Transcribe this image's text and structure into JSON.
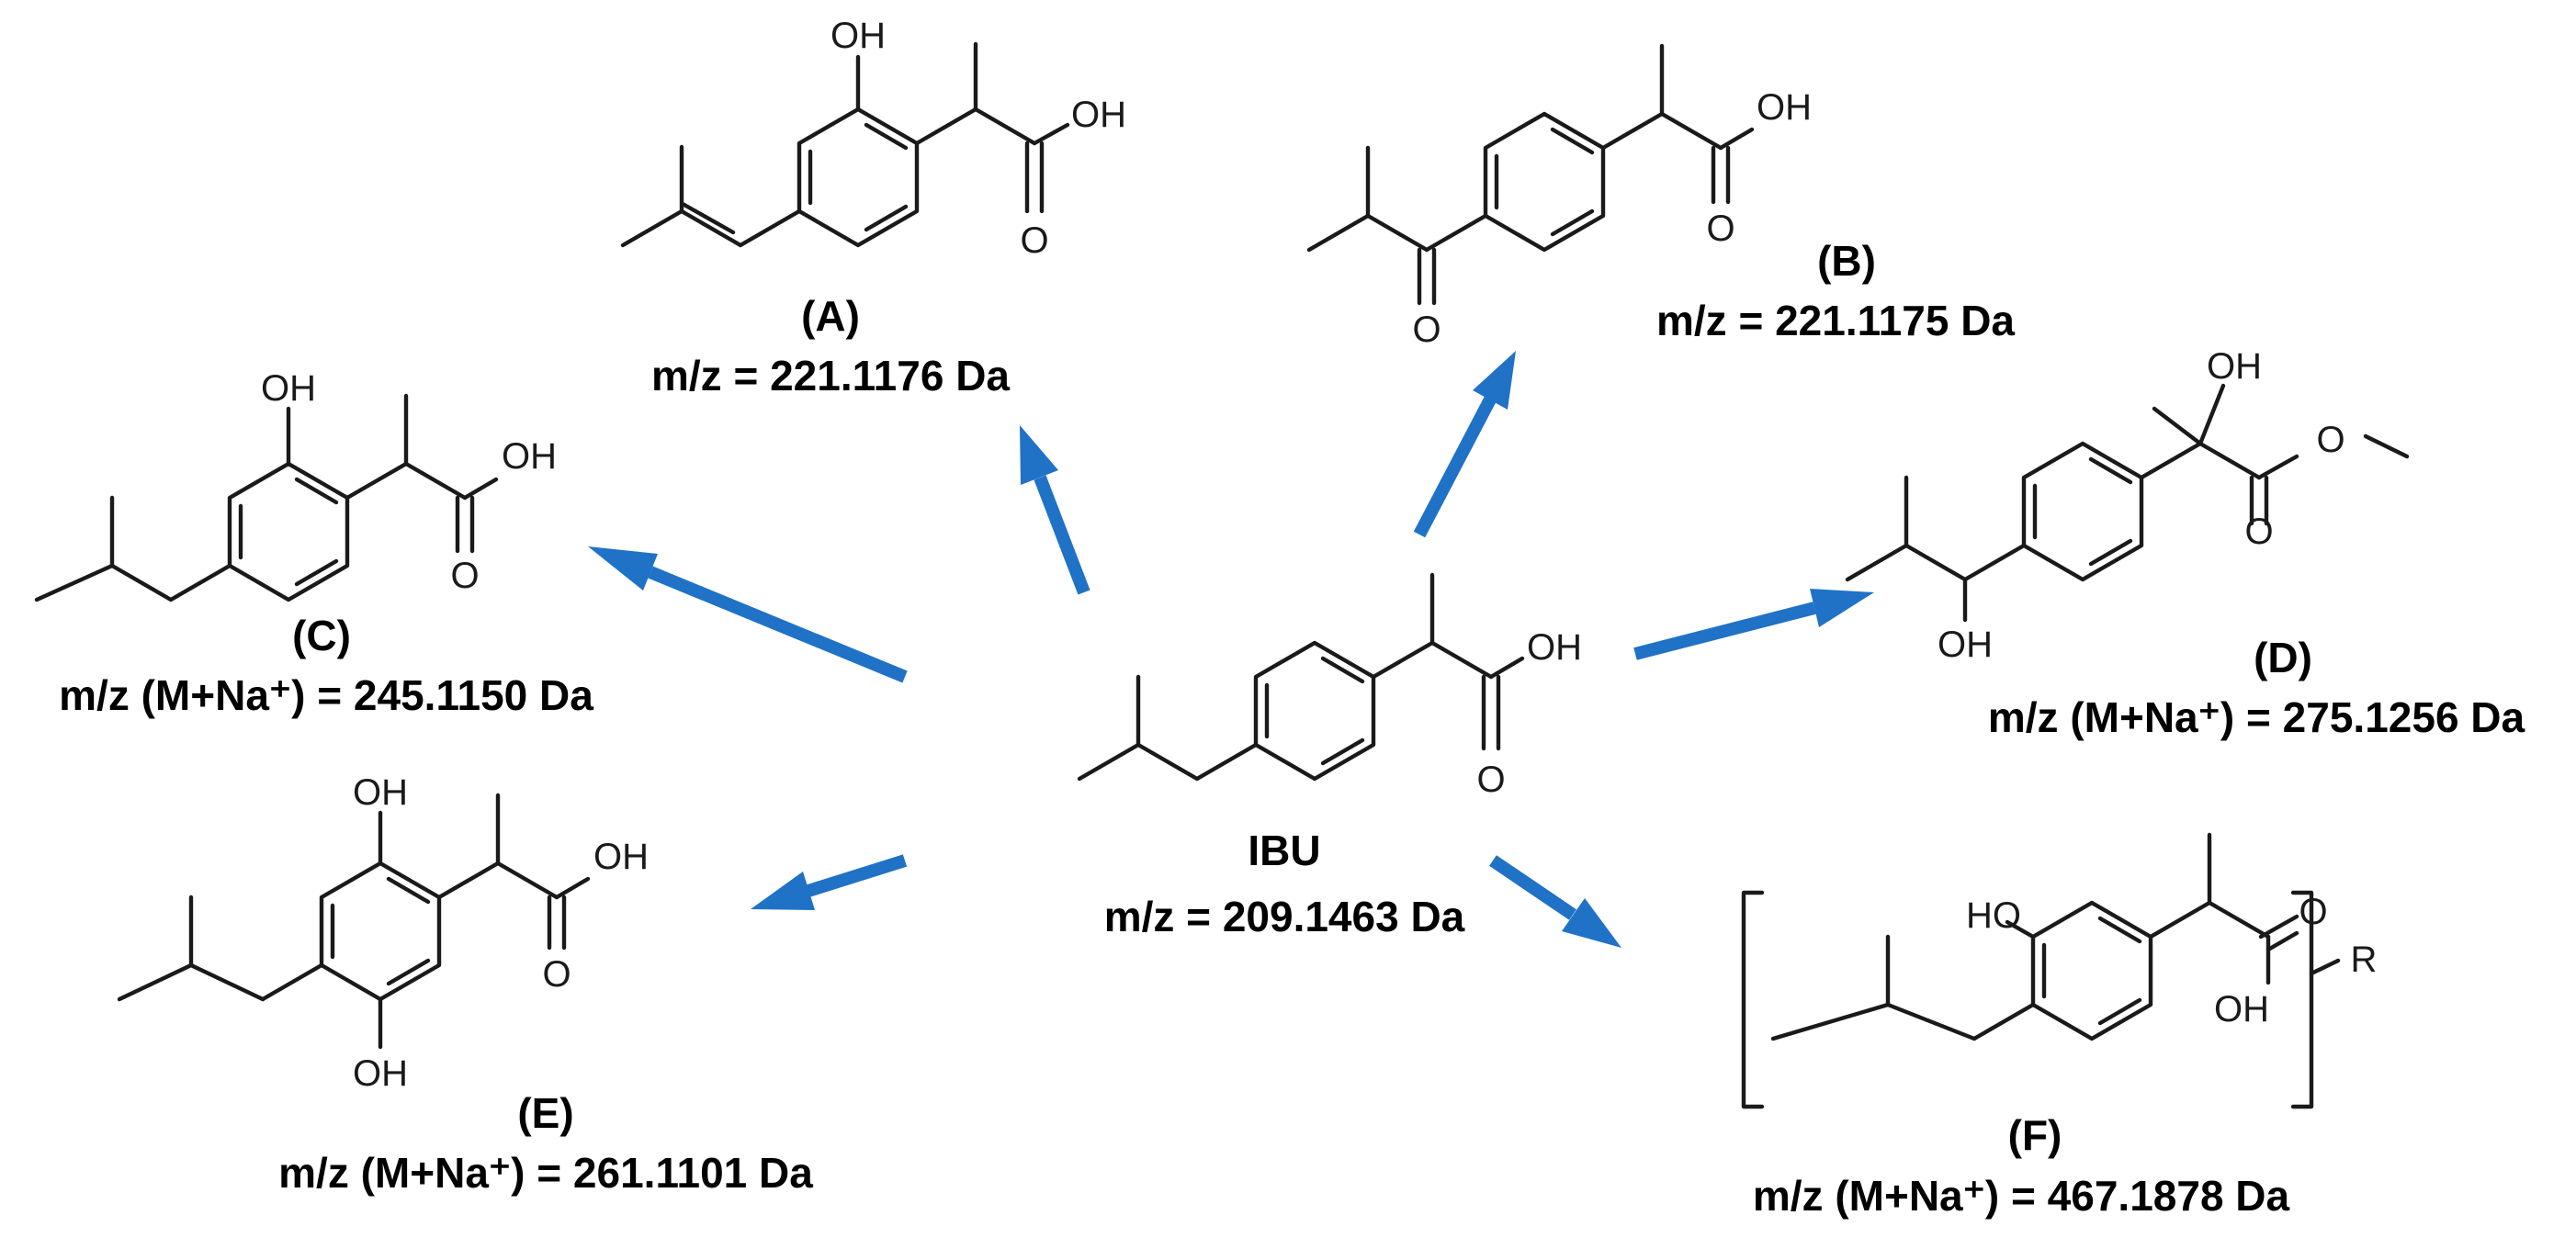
{
  "colors": {
    "arrow": "#1f72c6",
    "bond": "#1a1a1a",
    "text": "#000000"
  },
  "center": {
    "label": "IBU",
    "mz": "m/z = 209.1463 Da"
  },
  "products": [
    {
      "id": "A",
      "label": "(A)",
      "mz": "m/z = 221.1176 Da"
    },
    {
      "id": "B",
      "label": "(B)",
      "mz": "m/z = 221.1175 Da"
    },
    {
      "id": "C",
      "label": "(C)",
      "mz": "m/z (M+Na⁺) = 245.1150 Da"
    },
    {
      "id": "D",
      "label": "(D)",
      "mz": "m/z (M+Na⁺) = 275.1256 Da"
    },
    {
      "id": "E",
      "label": "(E)",
      "mz": "m/z (M+Na⁺) = 261.1101 Da"
    },
    {
      "id": "F",
      "label": "(F)",
      "mz": "m/z (M+Na⁺) = 467.1878 Da"
    }
  ],
  "atoms": {
    "hydroxyl": "OH",
    "ho": "HO",
    "oxygen": "O",
    "rgroup": "R"
  }
}
